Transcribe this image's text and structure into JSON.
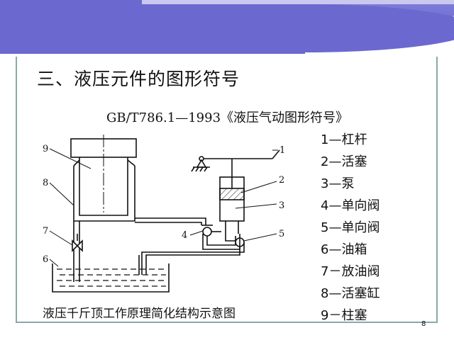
{
  "slide": {
    "title": "三、液压元件的图形符号",
    "subtitle": "GB/T786.1—1993《液压气动图形符号》",
    "caption": "液压千斤顶工作原理简化结构示意图",
    "page_number": "8"
  },
  "diagram": {
    "labels": [
      "1",
      "2",
      "3",
      "4",
      "5",
      "6",
      "7",
      "8",
      "9"
    ]
  },
  "legend": [
    "1—杠杆",
    "2—活塞",
    "3—泵",
    "4—单向阀",
    "5—单向阀",
    "6—油箱",
    "7－放油阀",
    "8—活塞缸",
    "9－柱塞"
  ],
  "colors": {
    "banner": "#6b69cf",
    "banner_light": "#c9c8ee",
    "frame": "#8aa8a8",
    "line": "#111111"
  }
}
